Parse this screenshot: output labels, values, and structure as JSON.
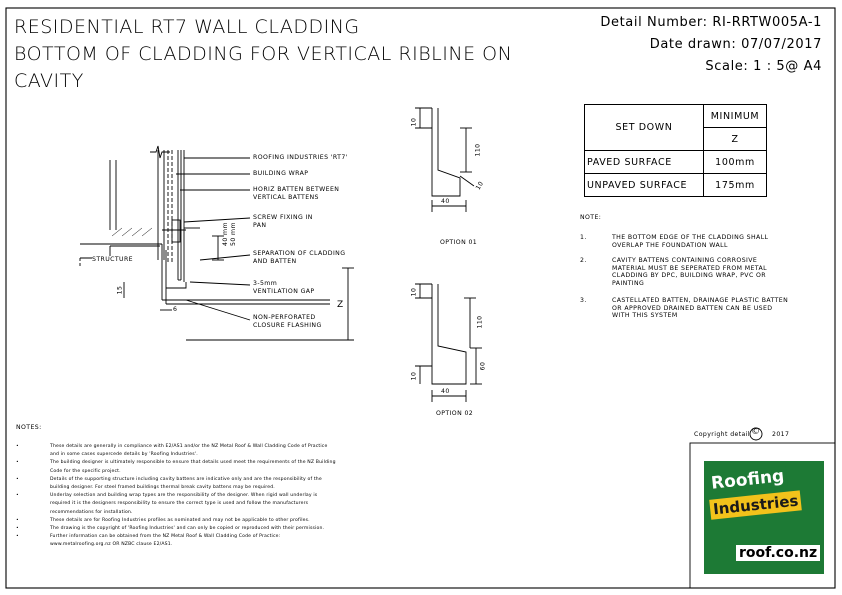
{
  "header": {
    "title_lines": [
      "RESIDENTIAL RT7 WALL CLADDING",
      "BOTTOM OF CLADDING FOR VERTICAL RIBLINE ON",
      "CAVITY"
    ],
    "detail_number": "Detail Number:  RI-RRTW005A-1",
    "date_drawn": "Date drawn:  07/07/2017",
    "scale": "Scale:   1 : 5@ A4"
  },
  "detail_labels": {
    "roofing_rt7": "ROOFING INDUSTRIES 'RT7'",
    "building_wrap": "BUILDING WRAP",
    "horiz_batten_1": "HORIZ BATTEN BETWEEN",
    "horiz_batten_2": "VERTICAL BATTENS",
    "screw_1": "SCREW FIXING IN",
    "screw_2": "PAN",
    "separation_1": "SEPARATION OF CLADDING",
    "separation_2": "AND BATTEN",
    "gap_1": "3-5mm",
    "gap_2": "VENTILATION GAP",
    "flashing_1": "NON-PERFORATED",
    "flashing_2": "CLOSURE FLASHING",
    "structure": "STRUCTURE",
    "dim_15": "15",
    "dim_6": "6",
    "dim_40": "40 mm",
    "dim_50": "50 mm",
    "dim_z": "Z"
  },
  "options": {
    "option1": {
      "label": "OPTION 01",
      "dim_10": "10",
      "dim_110": "110",
      "dim_10b": "10",
      "dim_40": "40"
    },
    "option2": {
      "label": "OPTION 02",
      "dim_10": "10",
      "dim_110": "110",
      "dim_60": "60",
      "dim_10b": "10",
      "dim_40": "40"
    }
  },
  "set_down_table": {
    "header_left": "SET DOWN",
    "header_right": "MINIMUM",
    "header_z": "Z",
    "rows": [
      {
        "surface": "PAVED SURFACE",
        "value": "100mm"
      },
      {
        "surface": "UNPAVED SURFACE",
        "value": "175mm"
      }
    ]
  },
  "notes_right": {
    "heading": "NOTE:",
    "items": [
      {
        "num": "1.",
        "lines": [
          "THE BOTTOM EDGE OF THE CLADDING SHALL",
          "OVERLAP THE FOUNDATION WALL"
        ]
      },
      {
        "num": "2.",
        "lines": [
          "CAVITY BATTENS CONTAINING CORROSIVE",
          "MATERIAL MUST BE SEPERATED FROM METAL",
          "CLADDING BY DPC, BUILDING WRAP, PVC OR",
          "PAINTING"
        ]
      },
      {
        "num": "3.",
        "lines": [
          "CASTELLATED BATTEN, DRAINAGE PLASTIC BATTEN",
          "OR APPROVED DRAINED BATTEN CAN BE USED",
          "WITH THIS SYSTEM"
        ]
      }
    ]
  },
  "notes_bottom": {
    "heading": "NOTES:",
    "lines": [
      {
        "bullet": "•",
        "text": "These details are generally in compliance with E2/AS1 and/or the NZ Metal Roof & Wall Cladding Code of Practice"
      },
      {
        "bullet": "",
        "text": "and in some cases supercede details by 'Roofing Industries'."
      },
      {
        "bullet": "•",
        "text": "The building designer is ultimately responsible to ensure that details used meet the requirements of the NZ Building"
      },
      {
        "bullet": "",
        "text": "Code for the specific project."
      },
      {
        "bullet": "•",
        "text": "Details of the supporting structure including cavity battens are indicative only and are the responsibility of the"
      },
      {
        "bullet": "",
        "text": "building designer.  For steel framed buildings thermal break cavity battens may be required."
      },
      {
        "bullet": "•",
        "text": "Underlay selection and building wrap types are the responsibility of the designer. When rigid wall underlay is"
      },
      {
        "bullet": "",
        "text": "required it is the designers responsibility to ensure the correct type is used and follow the manufacturers"
      },
      {
        "bullet": "",
        "text": "recommendations for installation."
      },
      {
        "bullet": "•",
        "text": "These details are for Roofing Industries profiles as nominated and may not be applicable to other profiles."
      },
      {
        "bullet": "•",
        "text": "The drawing is the copyright of 'Roofing Industries' and can only be copied or reproduced with their permission."
      },
      {
        "bullet": "•",
        "text": "Further information can be obtained from the  NZ Metal Roof & Wall Cladding Code of Practice:"
      },
      {
        "bullet": "",
        "text": "www.metalroofing.org.nz OR NZBC clause E2/AS1."
      }
    ]
  },
  "copyright": {
    "text": "Copyright detail",
    "symbol": "©",
    "year": "2017"
  },
  "logo": {
    "line1": "Roofing",
    "line2": "Industries",
    "url": "roof.co.nz",
    "brand_green": "#1d7a35",
    "brand_yellow": "#f2c21b"
  }
}
